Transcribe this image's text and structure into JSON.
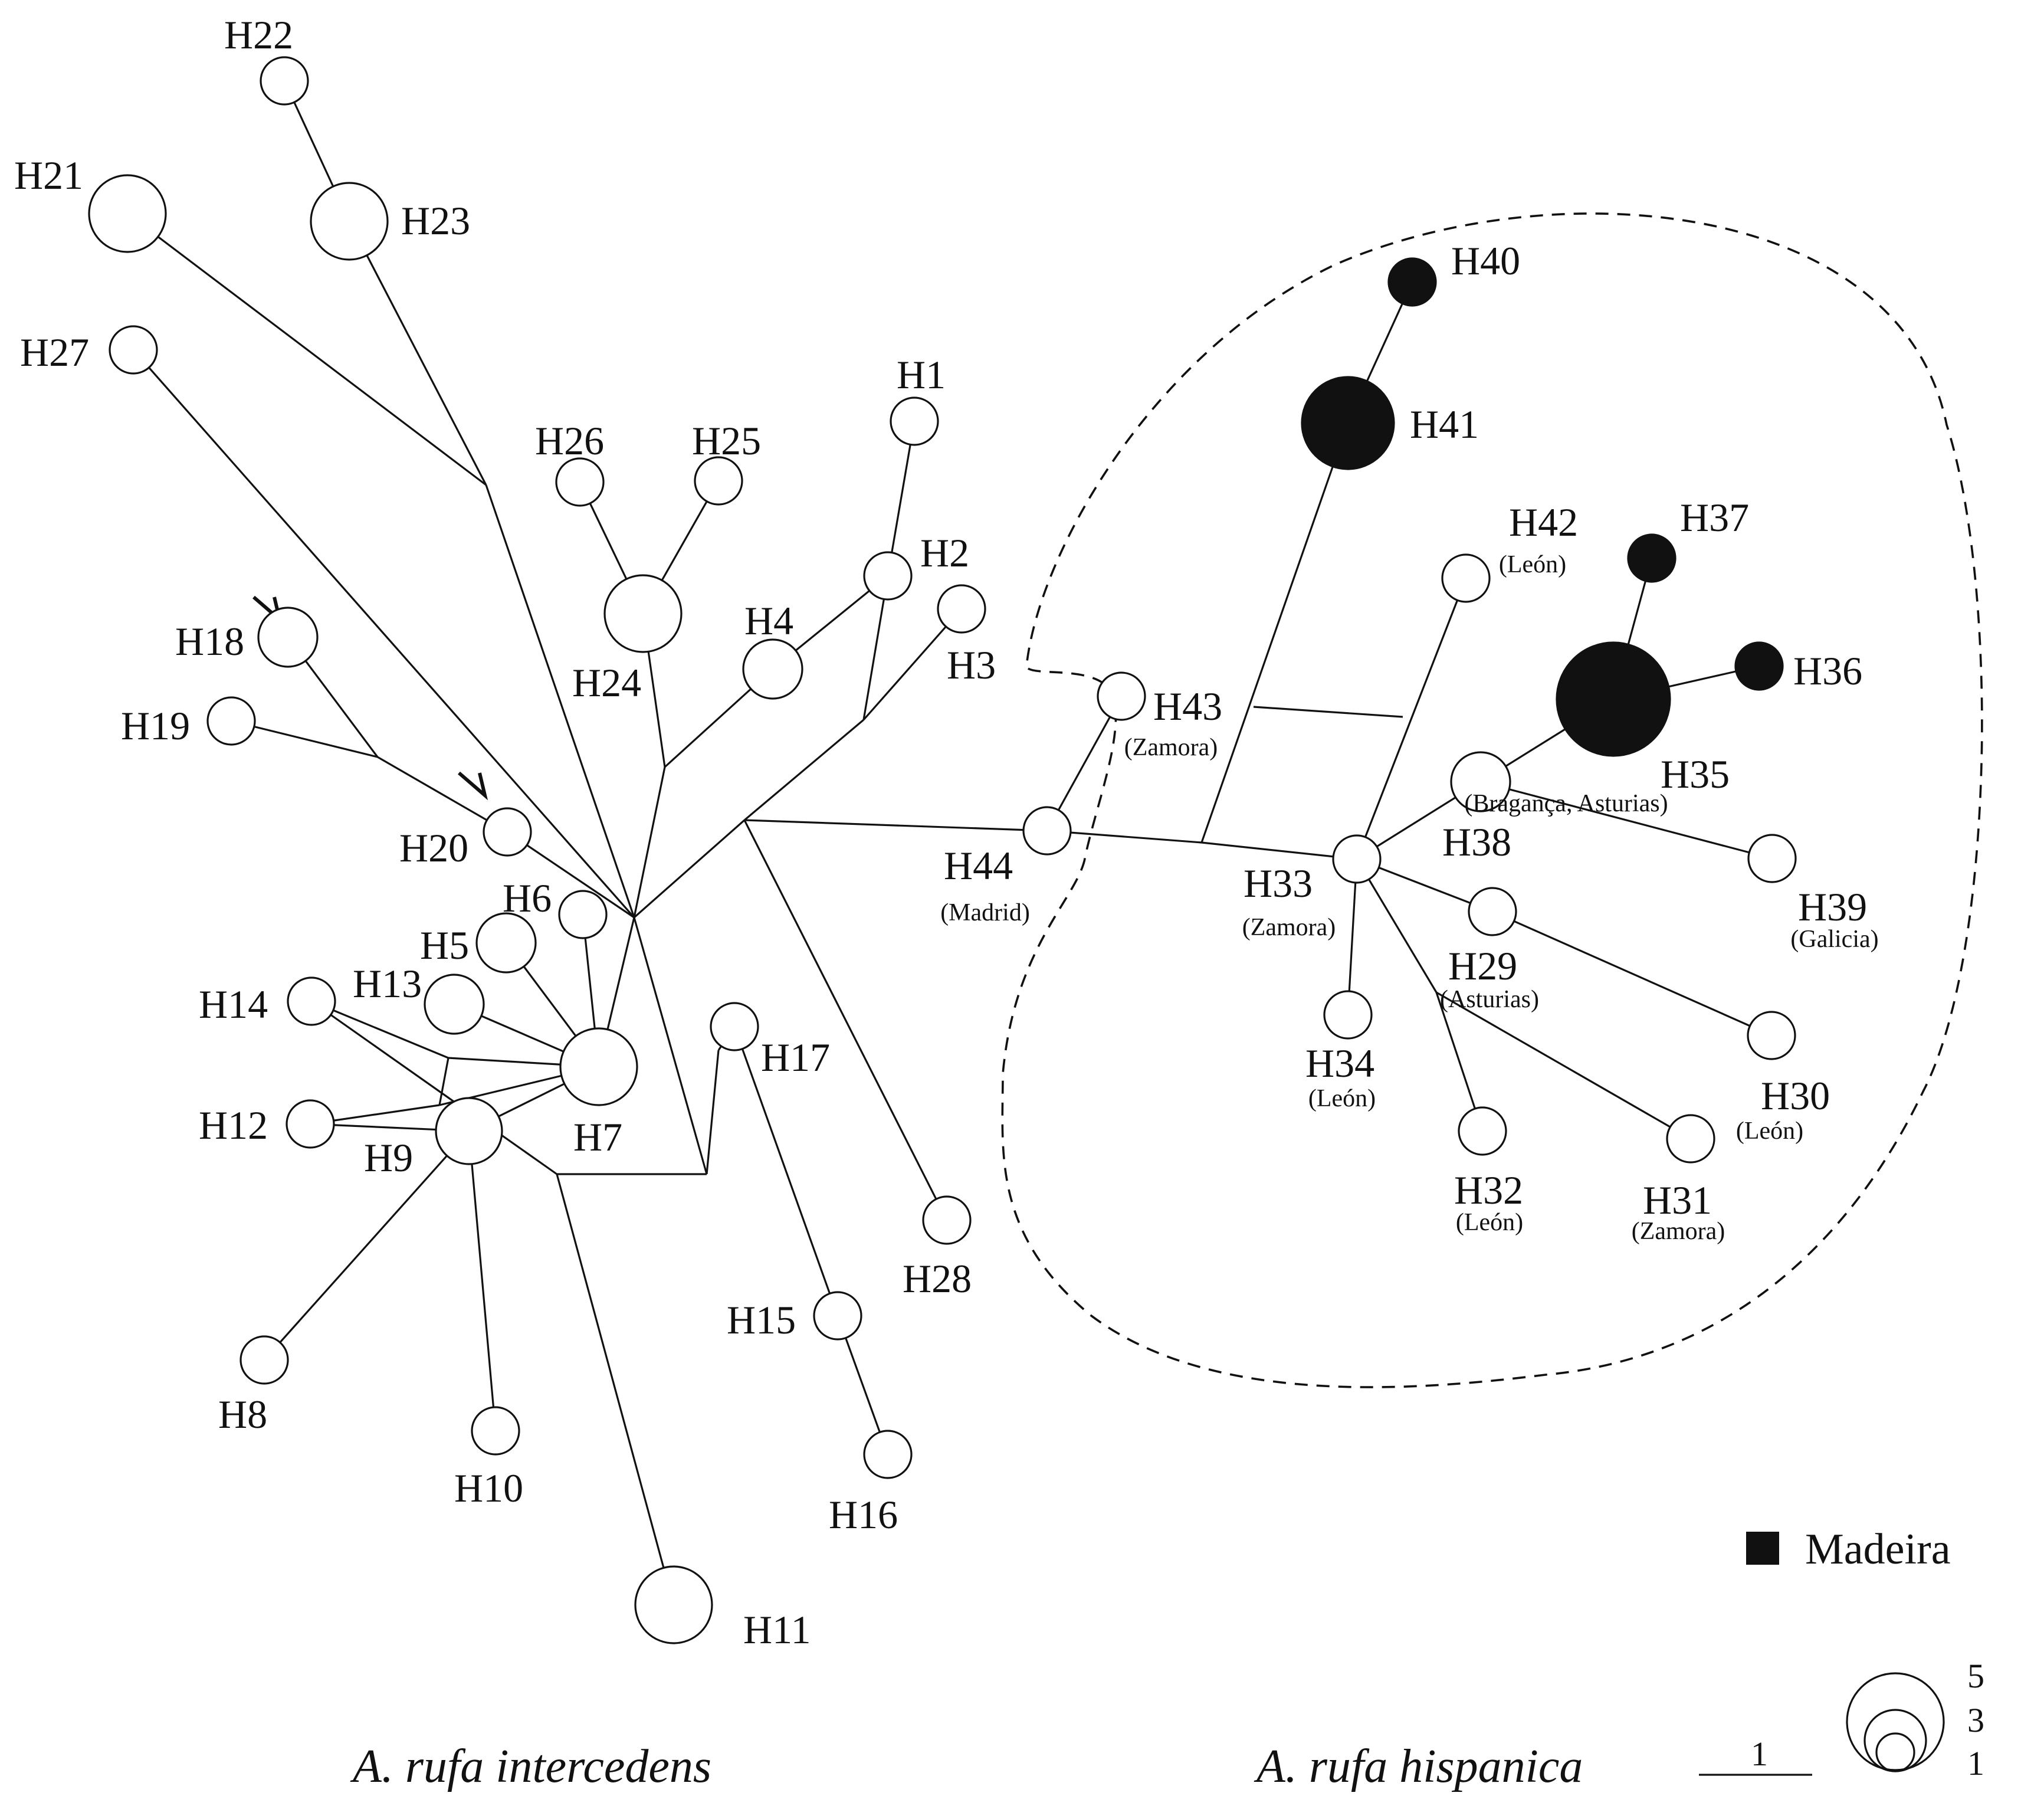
{
  "colors": {
    "default_node": "#ffffff",
    "madeira": "#111111",
    "stroke": "#111111"
  },
  "haplotypes": [
    {
      "id": "H1",
      "label": "H1",
      "freq": 1,
      "group": "other",
      "location": ""
    },
    {
      "id": "H2",
      "label": "H2",
      "freq": 1,
      "group": "other",
      "location": ""
    },
    {
      "id": "H3",
      "label": "H3",
      "freq": 1,
      "group": "other",
      "location": ""
    },
    {
      "id": "H4",
      "label": "H4",
      "freq": 2,
      "group": "other",
      "location": ""
    },
    {
      "id": "H5",
      "label": "H5",
      "freq": 2,
      "group": "other",
      "location": ""
    },
    {
      "id": "H6",
      "label": "H6",
      "freq": 1,
      "group": "other",
      "location": ""
    },
    {
      "id": "H7",
      "label": "H7",
      "freq": 4,
      "group": "other",
      "location": ""
    },
    {
      "id": "H8",
      "label": "H8",
      "freq": 1,
      "group": "other",
      "location": ""
    },
    {
      "id": "H9",
      "label": "H9",
      "freq": 3,
      "group": "other",
      "location": ""
    },
    {
      "id": "H10",
      "label": "H10",
      "freq": 1,
      "group": "other",
      "location": ""
    },
    {
      "id": "H11",
      "label": "H11",
      "freq": 4,
      "group": "other",
      "location": ""
    },
    {
      "id": "H12",
      "label": "H12",
      "freq": 1,
      "group": "other",
      "location": ""
    },
    {
      "id": "H13",
      "label": "H13",
      "freq": 2,
      "group": "other",
      "location": ""
    },
    {
      "id": "H14",
      "label": "H14",
      "freq": 1,
      "group": "other",
      "location": ""
    },
    {
      "id": "H15",
      "label": "H15",
      "freq": 1,
      "group": "other",
      "location": ""
    },
    {
      "id": "H16",
      "label": "H16",
      "freq": 1,
      "group": "other",
      "location": ""
    },
    {
      "id": "H17",
      "label": "H17",
      "freq": 1,
      "group": "other",
      "location": ""
    },
    {
      "id": "H18",
      "label": "H18",
      "freq": 2,
      "group": "other",
      "location": ""
    },
    {
      "id": "H19",
      "label": "H19",
      "freq": 1,
      "group": "other",
      "location": ""
    },
    {
      "id": "H20",
      "label": "H20",
      "freq": 1,
      "group": "other",
      "location": ""
    },
    {
      "id": "H21",
      "label": "H21",
      "freq": 4,
      "group": "other",
      "location": ""
    },
    {
      "id": "H22",
      "label": "H22",
      "freq": 1,
      "group": "other",
      "location": ""
    },
    {
      "id": "H23",
      "label": "H23",
      "freq": 4,
      "group": "other",
      "location": ""
    },
    {
      "id": "H24",
      "label": "H24",
      "freq": 4,
      "group": "other",
      "location": ""
    },
    {
      "id": "H25",
      "label": "H25",
      "freq": 1,
      "group": "other",
      "location": ""
    },
    {
      "id": "H26",
      "label": "H26",
      "freq": 1,
      "group": "other",
      "location": ""
    },
    {
      "id": "H27",
      "label": "H27",
      "freq": 1,
      "group": "other",
      "location": ""
    },
    {
      "id": "H28",
      "label": "H28",
      "freq": 1,
      "group": "other",
      "location": ""
    },
    {
      "id": "H29",
      "label": "H29",
      "freq": 1,
      "group": "other",
      "location": "(Asturias)"
    },
    {
      "id": "H30",
      "label": "H30",
      "freq": 1,
      "group": "other",
      "location": "(León)"
    },
    {
      "id": "H31",
      "label": "H31",
      "freq": 1,
      "group": "other",
      "location": "(Zamora)"
    },
    {
      "id": "H32",
      "label": "H32",
      "freq": 1,
      "group": "other",
      "location": "(León)"
    },
    {
      "id": "H33",
      "label": "H33",
      "freq": 1,
      "group": "other",
      "location": "(Zamora)"
    },
    {
      "id": "H34",
      "label": "H34",
      "freq": 1,
      "group": "other",
      "location": "(León)"
    },
    {
      "id": "H35",
      "label": "H35",
      "freq": 6,
      "group": "madeira",
      "location": ""
    },
    {
      "id": "H36",
      "label": "H36",
      "freq": 1,
      "group": "madeira",
      "location": ""
    },
    {
      "id": "H37",
      "label": "H37",
      "freq": 1,
      "group": "madeira",
      "location": ""
    },
    {
      "id": "H38",
      "label": "H38",
      "freq": 2,
      "group": "other",
      "location": "(Bragança, Asturias)"
    },
    {
      "id": "H39",
      "label": "H39",
      "freq": 1,
      "group": "other",
      "location": "(Galicia)"
    },
    {
      "id": "H40",
      "label": "H40",
      "freq": 1,
      "group": "madeira",
      "location": ""
    },
    {
      "id": "H41",
      "label": "H41",
      "freq": 5,
      "group": "madeira",
      "location": ""
    },
    {
      "id": "H42",
      "label": "H42",
      "freq": 1,
      "group": "other",
      "location": "(León)"
    },
    {
      "id": "H43",
      "label": "H43",
      "freq": 1,
      "group": "other",
      "location": "(Zamora)"
    },
    {
      "id": "H44",
      "label": "H44",
      "freq": 1,
      "group": "other",
      "location": "(Madrid)"
    }
  ],
  "connections": [
    [
      "H22",
      "H23"
    ],
    [
      "H23",
      "J_a"
    ],
    [
      "H21",
      "J_a"
    ],
    [
      "J_a",
      "C1"
    ],
    [
      "H27",
      "C1"
    ],
    [
      "H18",
      "J_b"
    ],
    [
      "H19",
      "J_b"
    ],
    [
      "J_b",
      "H20"
    ],
    [
      "H20",
      "C1"
    ],
    [
      "H26",
      "H24"
    ],
    [
      "H25",
      "H24"
    ],
    [
      "H24",
      "J_c"
    ],
    [
      "J_c",
      "C1"
    ],
    [
      "H4",
      "J_c"
    ],
    [
      "H1",
      "H2"
    ],
    [
      "H2",
      "H4"
    ],
    [
      "H2",
      "J_d"
    ],
    [
      "H3",
      "J_d"
    ],
    [
      "J_d",
      "C2"
    ],
    [
      "C1",
      "C2"
    ],
    [
      "C2",
      "H44"
    ],
    [
      "C2",
      "H28"
    ],
    [
      "C1",
      "H7"
    ],
    [
      "C1",
      "J_e"
    ],
    [
      "J_e",
      "J_f"
    ],
    [
      "J_f",
      "H17"
    ],
    [
      "H17",
      "H15"
    ],
    [
      "H15",
      "H16"
    ],
    [
      "H5",
      "H7"
    ],
    [
      "H6",
      "H7"
    ],
    [
      "H13",
      "H7"
    ],
    [
      "H14",
      "J_g"
    ],
    [
      "J_g",
      "H7"
    ],
    [
      "J_g",
      "J_h"
    ],
    [
      "H12",
      "J_h"
    ],
    [
      "J_h",
      "H7"
    ],
    [
      "H12",
      "H9"
    ],
    [
      "H9",
      "H7"
    ],
    [
      "H9",
      "H8"
    ],
    [
      "H9",
      "H10"
    ],
    [
      "H14",
      "J_i"
    ],
    [
      "J_i",
      "J_e"
    ],
    [
      "J_i",
      "H11"
    ],
    [
      "H44",
      "H43"
    ],
    [
      "H44",
      "J_j"
    ],
    [
      "J_j",
      "H33"
    ],
    [
      "J_j",
      "H41"
    ],
    [
      "H41",
      "H40"
    ],
    [
      "J_k",
      "J_l"
    ],
    [
      "H42",
      "H33"
    ],
    [
      "H33",
      "H38"
    ],
    [
      "H38",
      "H35"
    ],
    [
      "H35",
      "H37"
    ],
    [
      "H35",
      "H36"
    ],
    [
      "H38",
      "H39"
    ],
    [
      "H33",
      "H29"
    ],
    [
      "H29",
      "H30"
    ],
    [
      "H33",
      "H34"
    ],
    [
      "H33",
      "J_m"
    ],
    [
      "J_m",
      "H32"
    ],
    [
      "J_m",
      "H31"
    ]
  ],
  "species_labels": {
    "left": "A. rufa intercedens",
    "right": "A. rufa hispanica"
  },
  "legend": {
    "madeira_label": "Madeira",
    "frequency_scale": [
      "5",
      "3",
      "1"
    ],
    "mutation_scale_label": "1"
  }
}
